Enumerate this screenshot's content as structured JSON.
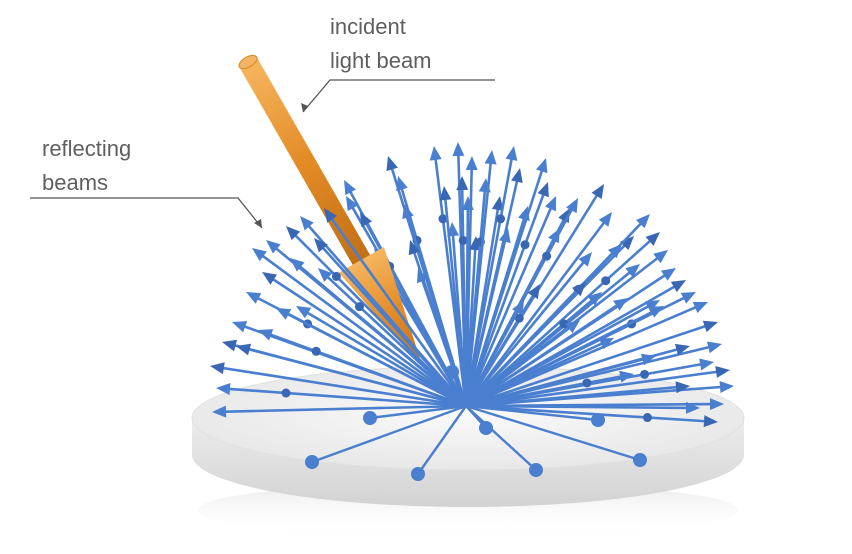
{
  "labels": {
    "incident_line1": "incident",
    "incident_line2": "light beam",
    "reflecting_line1": "reflecting",
    "reflecting_line2": "beams"
  },
  "colors": {
    "ray": "#4a7fd0",
    "ray_dark": "#3a67b3",
    "beam": "#e08a24",
    "beam_light": "#f3b15a",
    "beam_dark": "#b86a12",
    "disk_top": "#f2f2f2",
    "disk_side": "#dedede",
    "leader": "#555555"
  },
  "icons": {
    "surface": "diffuse-reflection-disk-icon",
    "incident": "incident-light-beam-icon",
    "reflected": "reflected-ray-arrow-icon"
  }
}
